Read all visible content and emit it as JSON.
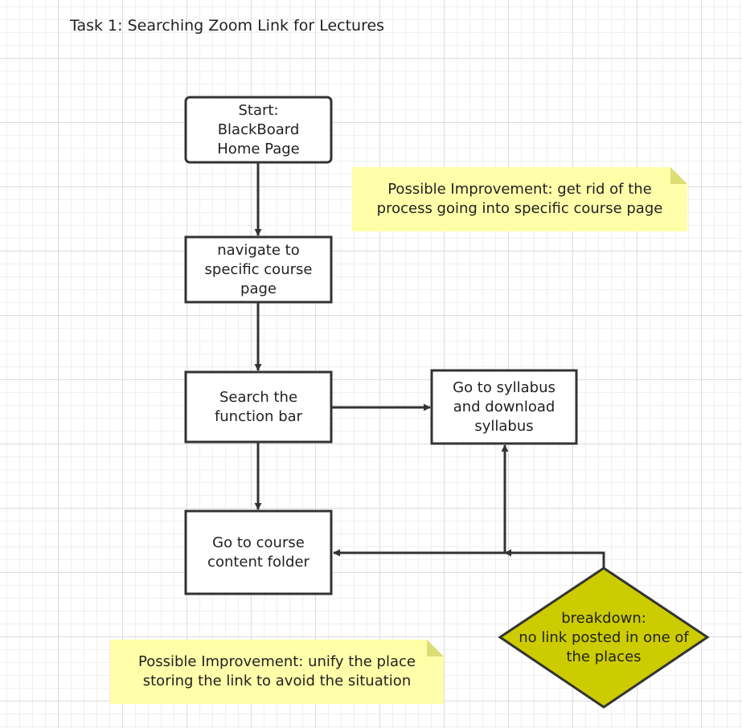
{
  "title": "Task 1: Searching Zoom Link for Lectures",
  "nodes": {
    "start": "Start:\nBlackBoard\nHome Page",
    "navigate": "navigate to\nspecific course\npage",
    "search": "Search the\nfunction bar",
    "syllabus": "Go to syllabus\nand download\nsyllabus",
    "content": "Go to course\ncontent folder",
    "breakdown": "breakdown:\nno link posted in one of\nthe places"
  },
  "notes": {
    "note1": "Possible Improvement: get rid of the\nprocess going into specific course page",
    "note2": "Possible Improvement: unify the place\nstoring the link to avoid the situation"
  },
  "colors": {
    "stroke": "#333333",
    "note_fill": "#ffffaa",
    "note_fold": "#dddd77",
    "diamond_fill": "#cccc00"
  }
}
